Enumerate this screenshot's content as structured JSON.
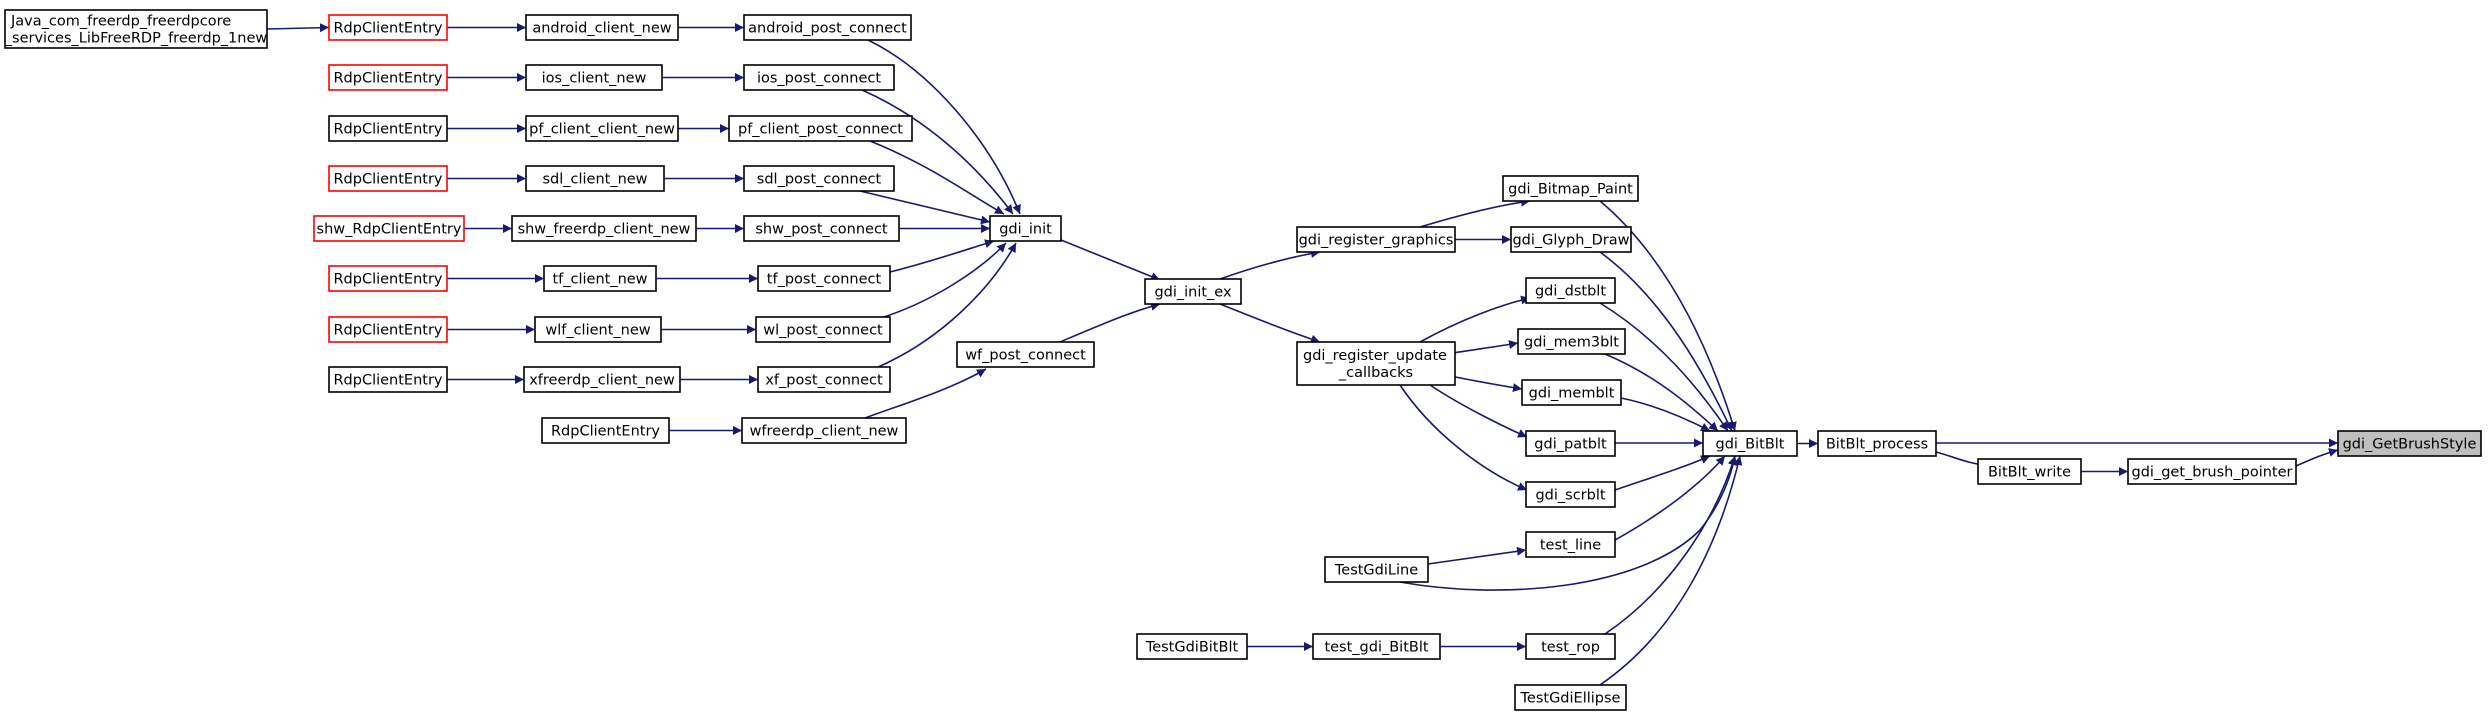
{
  "graph": {
    "nodes": [
      {
        "id": "java_jni",
        "lines": [
          "Java_com_freerdp_freerdpcore",
          "_services_LibFreeRDP_freerdp_1new"
        ],
        "outline": "black"
      },
      {
        "id": "rdp_entry_android",
        "lines": [
          "RdpClientEntry"
        ],
        "outline": "red"
      },
      {
        "id": "android_client_new",
        "lines": [
          "android_client_new"
        ],
        "outline": "black"
      },
      {
        "id": "android_post_connect",
        "lines": [
          "android_post_connect"
        ],
        "outline": "black"
      },
      {
        "id": "rdp_entry_ios",
        "lines": [
          "RdpClientEntry"
        ],
        "outline": "red"
      },
      {
        "id": "ios_client_new",
        "lines": [
          "ios_client_new"
        ],
        "outline": "black"
      },
      {
        "id": "ios_post_connect",
        "lines": [
          "ios_post_connect"
        ],
        "outline": "black"
      },
      {
        "id": "rdp_entry_pf",
        "lines": [
          "RdpClientEntry"
        ],
        "outline": "black"
      },
      {
        "id": "pf_client_client_new",
        "lines": [
          "pf_client_client_new"
        ],
        "outline": "black"
      },
      {
        "id": "pf_client_post_connect",
        "lines": [
          "pf_client_post_connect"
        ],
        "outline": "black"
      },
      {
        "id": "rdp_entry_sdl",
        "lines": [
          "RdpClientEntry"
        ],
        "outline": "red"
      },
      {
        "id": "sdl_client_new",
        "lines": [
          "sdl_client_new"
        ],
        "outline": "black"
      },
      {
        "id": "sdl_post_connect",
        "lines": [
          "sdl_post_connect"
        ],
        "outline": "black"
      },
      {
        "id": "shw_rdp_entry",
        "lines": [
          "shw_RdpClientEntry"
        ],
        "outline": "red"
      },
      {
        "id": "shw_freerdp_client_new",
        "lines": [
          "shw_freerdp_client_new"
        ],
        "outline": "black"
      },
      {
        "id": "shw_post_connect",
        "lines": [
          "shw_post_connect"
        ],
        "outline": "black"
      },
      {
        "id": "rdp_entry_tf",
        "lines": [
          "RdpClientEntry"
        ],
        "outline": "red"
      },
      {
        "id": "tf_client_new",
        "lines": [
          "tf_client_new"
        ],
        "outline": "black"
      },
      {
        "id": "tf_post_connect",
        "lines": [
          "tf_post_connect"
        ],
        "outline": "black"
      },
      {
        "id": "rdp_entry_wlf",
        "lines": [
          "RdpClientEntry"
        ],
        "outline": "red"
      },
      {
        "id": "wlf_client_new",
        "lines": [
          "wlf_client_new"
        ],
        "outline": "black"
      },
      {
        "id": "wl_post_connect",
        "lines": [
          "wl_post_connect"
        ],
        "outline": "black"
      },
      {
        "id": "rdp_entry_xf",
        "lines": [
          "RdpClientEntry"
        ],
        "outline": "black"
      },
      {
        "id": "xfreerdp_client_new",
        "lines": [
          "xfreerdp_client_new"
        ],
        "outline": "black"
      },
      {
        "id": "xf_post_connect",
        "lines": [
          "xf_post_connect"
        ],
        "outline": "black"
      },
      {
        "id": "rdp_entry_wf",
        "lines": [
          "RdpClientEntry"
        ],
        "outline": "black"
      },
      {
        "id": "wfreerdp_client_new",
        "lines": [
          "wfreerdp_client_new"
        ],
        "outline": "black"
      },
      {
        "id": "wf_post_connect",
        "lines": [
          "wf_post_connect"
        ],
        "outline": "black"
      },
      {
        "id": "gdi_init",
        "lines": [
          "gdi_init"
        ],
        "outline": "black"
      },
      {
        "id": "gdi_init_ex",
        "lines": [
          "gdi_init_ex"
        ],
        "outline": "black"
      },
      {
        "id": "gdi_register_graphics",
        "lines": [
          "gdi_register_graphics"
        ],
        "outline": "black"
      },
      {
        "id": "gdi_register_update_callbacks",
        "lines": [
          "gdi_register_update",
          "_callbacks"
        ],
        "outline": "black"
      },
      {
        "id": "gdi_bitmap_paint",
        "lines": [
          "gdi_Bitmap_Paint"
        ],
        "outline": "black"
      },
      {
        "id": "gdi_glyph_draw",
        "lines": [
          "gdi_Glyph_Draw"
        ],
        "outline": "black"
      },
      {
        "id": "gdi_dstblt",
        "lines": [
          "gdi_dstblt"
        ],
        "outline": "black"
      },
      {
        "id": "gdi_mem3blt",
        "lines": [
          "gdi_mem3blt"
        ],
        "outline": "black"
      },
      {
        "id": "gdi_memblt",
        "lines": [
          "gdi_memblt"
        ],
        "outline": "black"
      },
      {
        "id": "gdi_patblt",
        "lines": [
          "gdi_patblt"
        ],
        "outline": "black"
      },
      {
        "id": "gdi_scrblt",
        "lines": [
          "gdi_scrblt"
        ],
        "outline": "black"
      },
      {
        "id": "test_line",
        "lines": [
          "test_line"
        ],
        "outline": "black"
      },
      {
        "id": "test_gdi_line",
        "lines": [
          "TestGdiLine"
        ],
        "outline": "black"
      },
      {
        "id": "test_rop",
        "lines": [
          "test_rop"
        ],
        "outline": "black"
      },
      {
        "id": "test_gdi_bitblt_fn",
        "lines": [
          "test_gdi_BitBlt"
        ],
        "outline": "black"
      },
      {
        "id": "test_gdi_bitblt_main",
        "lines": [
          "TestGdiBitBlt"
        ],
        "outline": "black"
      },
      {
        "id": "test_gdi_ellipse",
        "lines": [
          "TestGdiEllipse"
        ],
        "outline": "black"
      },
      {
        "id": "gdi_bitblt",
        "lines": [
          "gdi_BitBlt"
        ],
        "outline": "black"
      },
      {
        "id": "bitblt_process",
        "lines": [
          "BitBlt_process"
        ],
        "outline": "black"
      },
      {
        "id": "bitblt_write",
        "lines": [
          "BitBlt_write"
        ],
        "outline": "black"
      },
      {
        "id": "gdi_get_brush_pointer",
        "lines": [
          "gdi_get_brush_pointer"
        ],
        "outline": "black"
      },
      {
        "id": "gdi_get_brush_style",
        "lines": [
          "gdi_GetBrushStyle"
        ],
        "outline": "black",
        "highlighted": true
      }
    ],
    "edges": [
      {
        "from": "java_jni",
        "to": "rdp_entry_android"
      },
      {
        "from": "rdp_entry_android",
        "to": "android_client_new"
      },
      {
        "from": "android_client_new",
        "to": "android_post_connect"
      },
      {
        "from": "android_post_connect",
        "to": "gdi_init"
      },
      {
        "from": "rdp_entry_ios",
        "to": "ios_client_new"
      },
      {
        "from": "ios_client_new",
        "to": "ios_post_connect"
      },
      {
        "from": "ios_post_connect",
        "to": "gdi_init"
      },
      {
        "from": "rdp_entry_pf",
        "to": "pf_client_client_new"
      },
      {
        "from": "pf_client_client_new",
        "to": "pf_client_post_connect"
      },
      {
        "from": "pf_client_post_connect",
        "to": "gdi_init"
      },
      {
        "from": "rdp_entry_sdl",
        "to": "sdl_client_new"
      },
      {
        "from": "sdl_client_new",
        "to": "sdl_post_connect"
      },
      {
        "from": "sdl_post_connect",
        "to": "gdi_init"
      },
      {
        "from": "shw_rdp_entry",
        "to": "shw_freerdp_client_new"
      },
      {
        "from": "shw_freerdp_client_new",
        "to": "shw_post_connect"
      },
      {
        "from": "shw_post_connect",
        "to": "gdi_init"
      },
      {
        "from": "rdp_entry_tf",
        "to": "tf_client_new"
      },
      {
        "from": "tf_client_new",
        "to": "tf_post_connect"
      },
      {
        "from": "tf_post_connect",
        "to": "gdi_init"
      },
      {
        "from": "rdp_entry_wlf",
        "to": "wlf_client_new"
      },
      {
        "from": "wlf_client_new",
        "to": "wl_post_connect"
      },
      {
        "from": "wl_post_connect",
        "to": "gdi_init"
      },
      {
        "from": "rdp_entry_xf",
        "to": "xfreerdp_client_new"
      },
      {
        "from": "xfreerdp_client_new",
        "to": "xf_post_connect"
      },
      {
        "from": "xf_post_connect",
        "to": "gdi_init"
      },
      {
        "from": "rdp_entry_wf",
        "to": "wfreerdp_client_new"
      },
      {
        "from": "wfreerdp_client_new",
        "to": "wf_post_connect"
      },
      {
        "from": "wf_post_connect",
        "to": "gdi_init_ex"
      },
      {
        "from": "gdi_init",
        "to": "gdi_init_ex"
      },
      {
        "from": "gdi_init_ex",
        "to": "gdi_register_graphics"
      },
      {
        "from": "gdi_init_ex",
        "to": "gdi_register_update_callbacks"
      },
      {
        "from": "gdi_register_graphics",
        "to": "gdi_bitmap_paint"
      },
      {
        "from": "gdi_register_graphics",
        "to": "gdi_glyph_draw"
      },
      {
        "from": "gdi_register_update_callbacks",
        "to": "gdi_dstblt"
      },
      {
        "from": "gdi_register_update_callbacks",
        "to": "gdi_mem3blt"
      },
      {
        "from": "gdi_register_update_callbacks",
        "to": "gdi_memblt"
      },
      {
        "from": "gdi_register_update_callbacks",
        "to": "gdi_patblt"
      },
      {
        "from": "gdi_register_update_callbacks",
        "to": "gdi_scrblt"
      },
      {
        "from": "test_gdi_line",
        "to": "test_line"
      },
      {
        "from": "test_gdi_bitblt_main",
        "to": "test_gdi_bitblt_fn"
      },
      {
        "from": "test_gdi_bitblt_fn",
        "to": "test_rop"
      },
      {
        "from": "gdi_bitmap_paint",
        "to": "gdi_bitblt"
      },
      {
        "from": "gdi_glyph_draw",
        "to": "gdi_bitblt"
      },
      {
        "from": "gdi_dstblt",
        "to": "gdi_bitblt"
      },
      {
        "from": "gdi_mem3blt",
        "to": "gdi_bitblt"
      },
      {
        "from": "gdi_memblt",
        "to": "gdi_bitblt"
      },
      {
        "from": "gdi_patblt",
        "to": "gdi_bitblt"
      },
      {
        "from": "gdi_scrblt",
        "to": "gdi_bitblt"
      },
      {
        "from": "test_line",
        "to": "gdi_bitblt"
      },
      {
        "from": "test_gdi_line",
        "to": "gdi_bitblt"
      },
      {
        "from": "test_rop",
        "to": "gdi_bitblt"
      },
      {
        "from": "test_gdi_ellipse",
        "to": "gdi_bitblt"
      },
      {
        "from": "gdi_bitblt",
        "to": "bitblt_process"
      },
      {
        "from": "bitblt_process",
        "to": "gdi_get_brush_style"
      },
      {
        "from": "bitblt_process",
        "to": "bitblt_write"
      },
      {
        "from": "bitblt_write",
        "to": "gdi_get_brush_pointer"
      },
      {
        "from": "gdi_get_brush_pointer",
        "to": "gdi_get_brush_style"
      }
    ]
  }
}
